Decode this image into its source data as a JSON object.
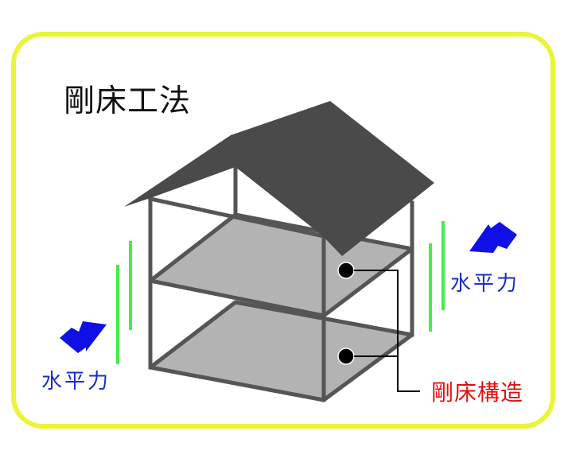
{
  "title": "剛床工法",
  "labels": {
    "horizontal_force_left": "水平力",
    "horizontal_force_right": "水平力",
    "rigid_floor_structure": "剛床構造"
  },
  "colors": {
    "frame_border": "#e8f53a",
    "roof": "#4a4a4a",
    "frame_lines": "#555555",
    "floor_fill": "#b3b3b3",
    "force_arrow": "#1010e6",
    "wall_indicator": "#44ee44",
    "force_label": "#1a2ec8",
    "rigid_label": "#e01010",
    "leader_line": "#000000"
  },
  "diagram": {
    "subject": "two-story house frame with rigid floors",
    "floors": [
      "upper-floor",
      "lower-floor"
    ],
    "callout_markers": 2
  }
}
